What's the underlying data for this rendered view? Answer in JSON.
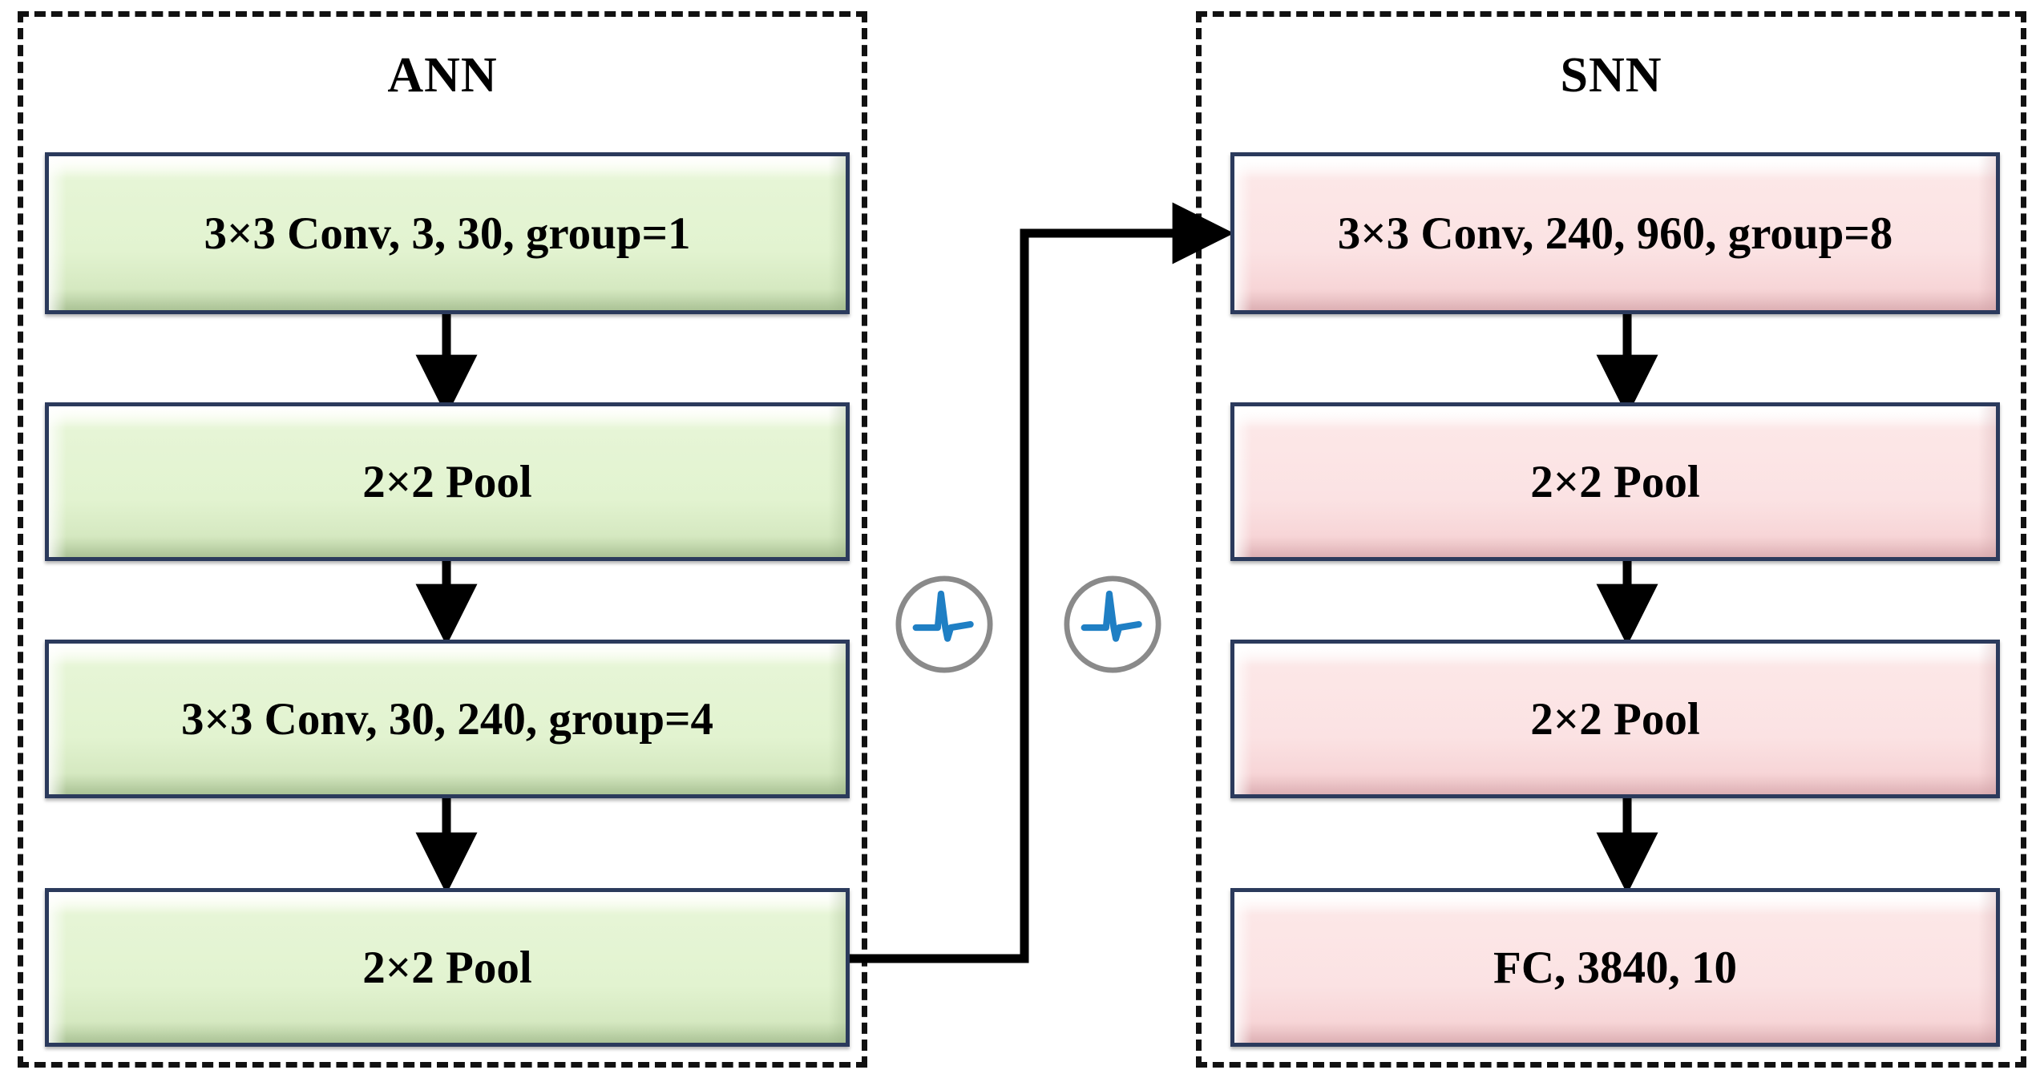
{
  "diagram": {
    "title_ann": "ANN",
    "title_snn": "SNN",
    "colors": {
      "ann_fill": "#e2f3d0",
      "snn_fill": "#fbe2e3",
      "box_border": "#2b3a5c",
      "panel_border": "#111111",
      "spike_stroke": "#1f7fc4",
      "spike_circle": "#8a8a8a",
      "arrow": "#000000"
    },
    "ann": {
      "label": "ANN",
      "layers": [
        {
          "id": "ann-conv-1",
          "text": "3×3 Conv, 3, 30, group=1"
        },
        {
          "id": "ann-pool-1",
          "text": "2×2 Pool"
        },
        {
          "id": "ann-conv-2",
          "text": "3×3 Conv, 30, 240, group=4"
        },
        {
          "id": "ann-pool-2",
          "text": "2×2 Pool"
        }
      ]
    },
    "snn": {
      "label": "SNN",
      "layers": [
        {
          "id": "snn-conv-1",
          "text": "3×3 Conv, 240, 960, group=8"
        },
        {
          "id": "snn-pool-1",
          "text": "2×2 Pool"
        },
        {
          "id": "snn-pool-2",
          "text": "2×2 Pool"
        },
        {
          "id": "snn-fc",
          "text": "FC, 3840, 10"
        }
      ]
    },
    "spike_nodes": [
      {
        "id": "spike-neuron-left",
        "name": "spike-neuron-icon"
      },
      {
        "id": "spike-neuron-right",
        "name": "spike-neuron-icon"
      }
    ],
    "connections": [
      {
        "from": "ann-conv-1",
        "to": "ann-pool-1",
        "kind": "arrow-down"
      },
      {
        "from": "ann-pool-1",
        "to": "ann-conv-2",
        "kind": "arrow-down"
      },
      {
        "from": "ann-conv-2",
        "to": "ann-pool-2",
        "kind": "arrow-down"
      },
      {
        "from": "ann-pool-2",
        "to": "snn-conv-1",
        "kind": "routed-arrow"
      },
      {
        "from": "snn-conv-1",
        "to": "snn-pool-1",
        "kind": "arrow-down"
      },
      {
        "from": "snn-pool-1",
        "to": "snn-pool-2",
        "kind": "arrow-down"
      },
      {
        "from": "snn-pool-2",
        "to": "snn-fc",
        "kind": "arrow-down"
      }
    ]
  }
}
